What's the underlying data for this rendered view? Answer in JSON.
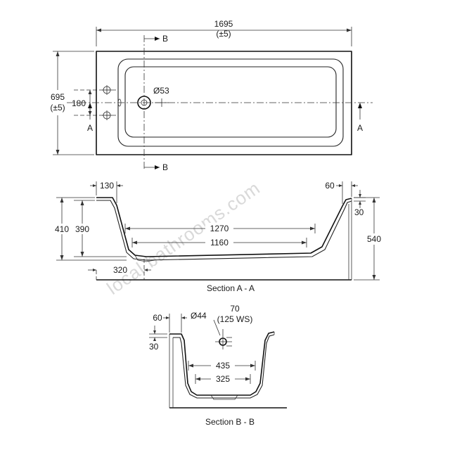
{
  "watermark": "local bathrooms.com",
  "plan": {
    "length": "1695",
    "length_tol": "(±5)",
    "width": "695",
    "width_tol": "(±5)",
    "tap_spacing": "180",
    "waste_diameter": "Ø53",
    "section_a": "A",
    "section_b": "B"
  },
  "section_aa": {
    "caption": "Section A - A",
    "left_rim": "130",
    "right_rim": "60",
    "rim_thickness": "30",
    "total_height": "410",
    "inner_depth": "390",
    "overall_height": "540",
    "top_length": "1270",
    "base_length": "1160",
    "waste_offset": "320"
  },
  "section_bb": {
    "caption": "Section B - B",
    "rim": "60",
    "rim_thickness": "30",
    "overflow_diameter": "Ø44",
    "overflow_height": "70",
    "overflow_height_ws": "(125 WS)",
    "top_width": "435",
    "base_width": "325"
  }
}
